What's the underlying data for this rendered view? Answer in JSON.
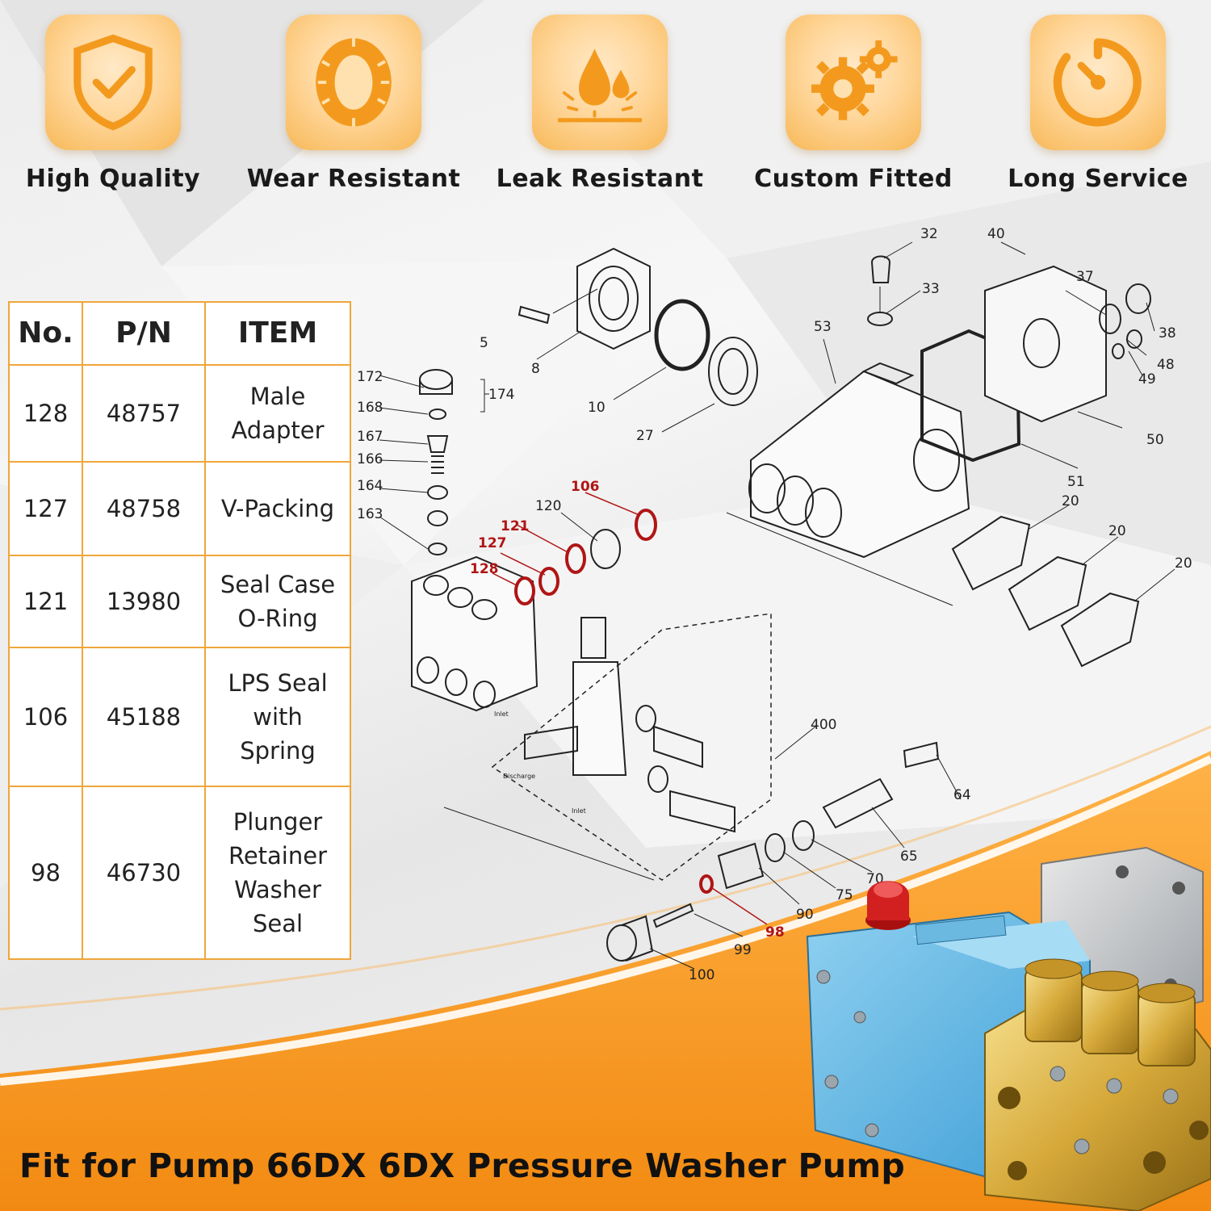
{
  "features": [
    {
      "label": "High Quality",
      "icon": "shield-check-icon"
    },
    {
      "label": "Wear Resistant",
      "icon": "ring-seal-icon"
    },
    {
      "label": "Leak Resistant",
      "icon": "water-drops-icon"
    },
    {
      "label": "Custom Fitted",
      "icon": "gears-icon"
    },
    {
      "label": "Long Service",
      "icon": "stopwatch-icon"
    }
  ],
  "table": {
    "headers": [
      "No.",
      "P/N",
      "ITEM"
    ],
    "rows": [
      {
        "no": "128",
        "pn": "48757",
        "item": [
          "Male",
          "Adapter"
        ]
      },
      {
        "no": "127",
        "pn": "48758",
        "item": [
          "V-Packing"
        ]
      },
      {
        "no": "121",
        "pn": "13980",
        "item": [
          "Seal Case",
          "O-Ring"
        ]
      },
      {
        "no": "106",
        "pn": "45188",
        "item": [
          "LPS Seal",
          "with",
          "Spring"
        ]
      },
      {
        "no": "98",
        "pn": "46730",
        "item": [
          "Plunger",
          "Retainer",
          "Washer",
          "Seal"
        ]
      }
    ]
  },
  "diagram": {
    "callouts": [
      "32",
      "40",
      "37",
      "33",
      "38",
      "5",
      "8",
      "53",
      "48",
      "49",
      "10",
      "27",
      "50",
      "51",
      "20",
      "20",
      "20",
      "172",
      "174",
      "168",
      "167",
      "166",
      "164",
      "163",
      "120",
      "400",
      "64",
      "65",
      "70",
      "75",
      "90",
      "99",
      "100"
    ],
    "highlighted": [
      "106",
      "121",
      "127",
      "128",
      "98"
    ],
    "small_labels": [
      "Inlet",
      "Discharge",
      "Inlet"
    ]
  },
  "colors": {
    "accent": "#f39a1e",
    "table_border": "#f0a63a",
    "highlight": "#b01515"
  },
  "footer": {
    "text": "Fit for Pump 66DX 6DX Pressure Washer Pump"
  }
}
